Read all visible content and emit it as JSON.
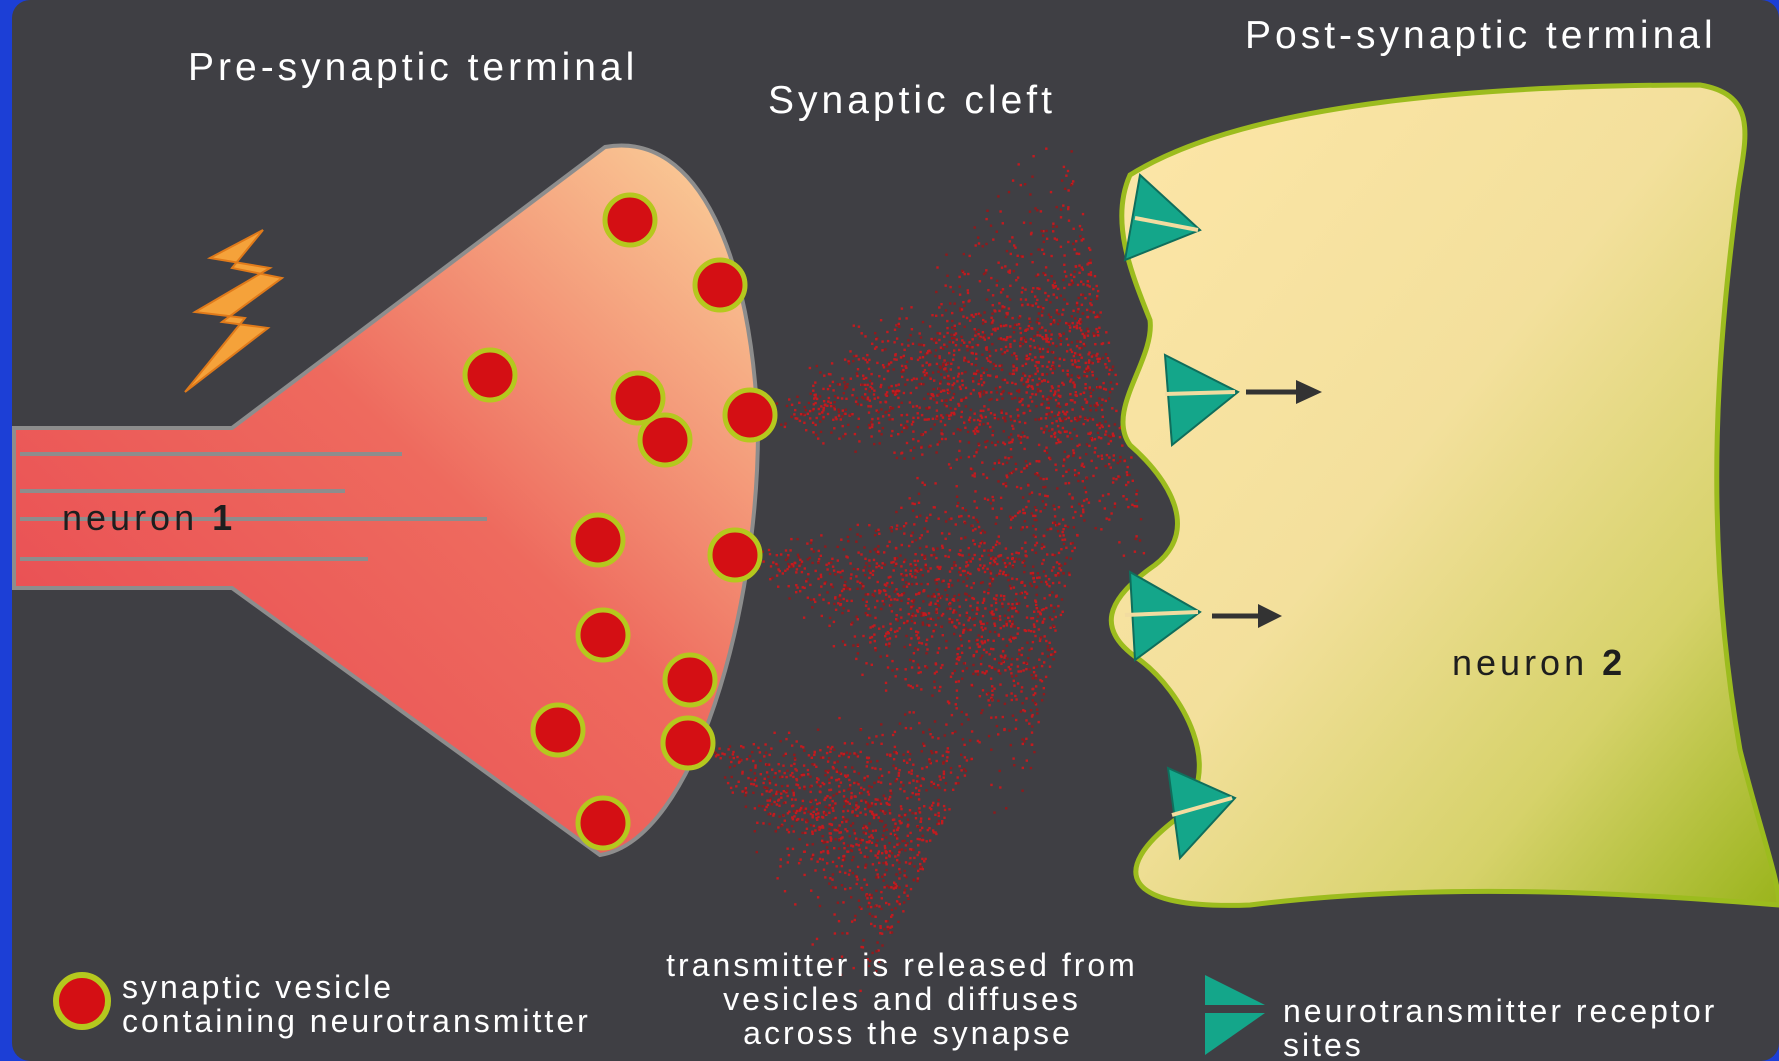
{
  "labels": {
    "pre_synaptic": "Pre-synaptic terminal",
    "synaptic_cleft": "Synaptic cleft",
    "post_synaptic": "Post-synaptic terminal",
    "neuron1_word": "neuron",
    "neuron1_num": "1",
    "neuron2_word": "neuron",
    "neuron2_num": "2"
  },
  "legend": {
    "vesicle_line1": "synaptic vesicle",
    "vesicle_line2": "containing neurotransmitter",
    "release_line1": "transmitter is released from",
    "release_line2": "vesicles and diffuses",
    "release_line3": "across the synapse",
    "receptor_line1": "neurotransmitter receptor",
    "receptor_line2": "sites"
  },
  "colors": {
    "border_blue": "#1c3fd6",
    "background": "#3f3f44",
    "vesicle_red": "#d40f14",
    "vesicle_rim": "#b5c81e",
    "receptor_teal": "#14a68a",
    "spark_orange": "#f5a23a",
    "neuron1_pink": "#e84b52",
    "neuron2_yellow": "#fbe3a2",
    "neuron2_green": "#98b41e"
  },
  "icons": {
    "spark": "lightning-bolt-icon",
    "vesicle": "vesicle-circle-icon",
    "receptor": "receptor-triangle-icon",
    "arrow": "right-arrow-icon"
  }
}
